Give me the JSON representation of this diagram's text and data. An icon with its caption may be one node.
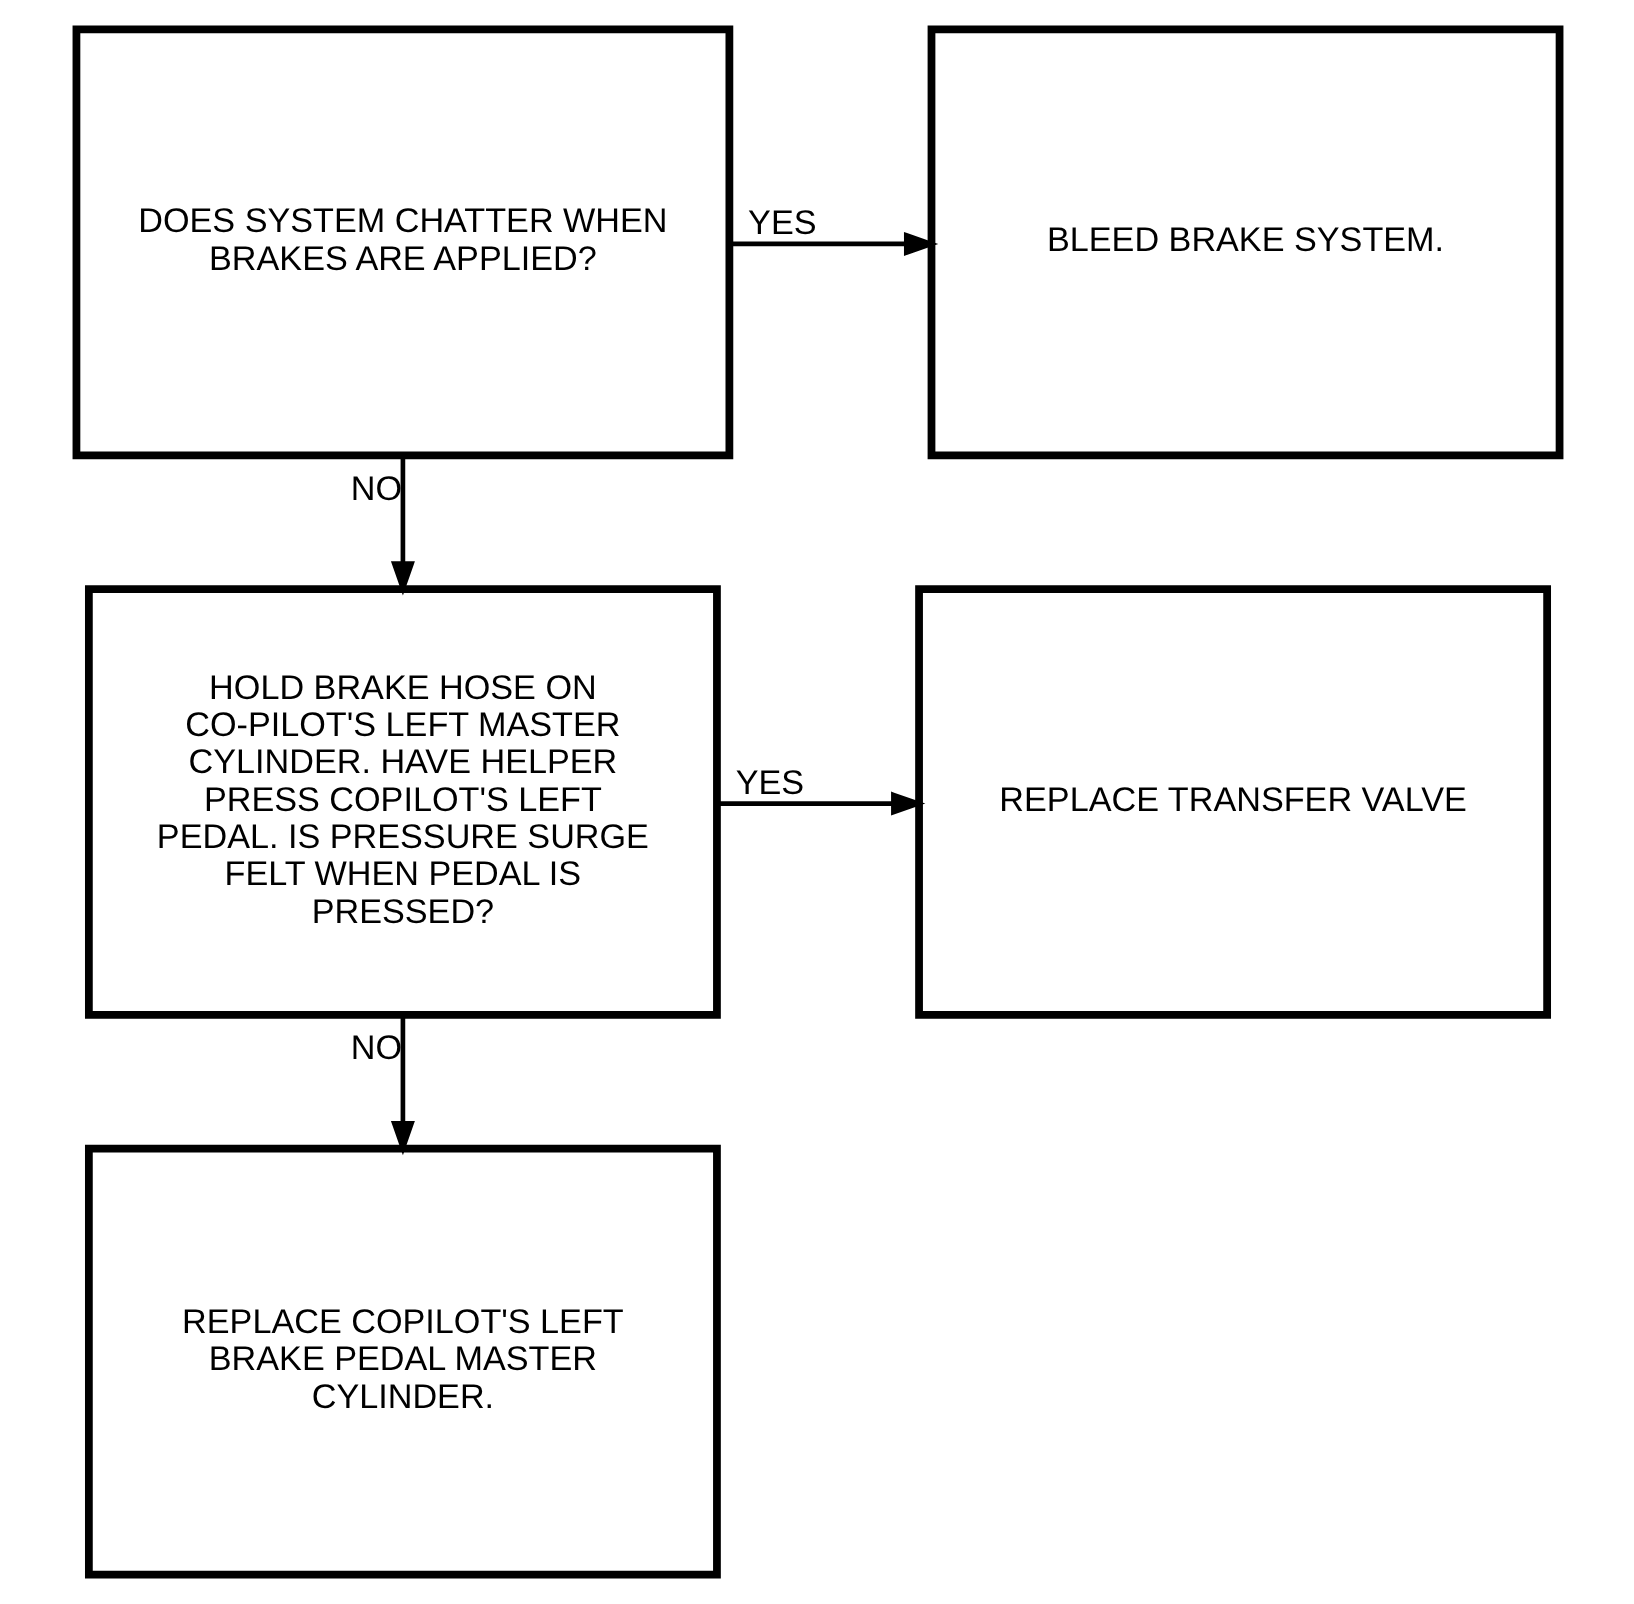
{
  "diagram": {
    "nodes": [
      {
        "text": [
          "DOES SYSTEM CHATTER WHEN BRAKES ARE APPLIED?"
        ]
      },
      {
        "text": [
          "BLEED BRAKE SYSTEM."
        ]
      },
      {
        "text": [
          "HOLD BRAKE HOSE ON CO-PILOT'S LEFT MASTER CYLINDER. HAVE HELPER PRESS COPILOT'S LEFT PEDAL. IS PRESSURE SURGE FELT WHEN PEDAL IS PRESSED?"
        ]
      },
      {
        "text": [
          "REPLACE TRANSFER VALVE"
        ]
      },
      {
        "text": [
          "REPLACE COPILOT'S LEFT BRAKE PEDAL MASTER CYLINDER."
        ]
      }
    ],
    "edges": [
      {
        "from": 0,
        "to": 1,
        "arrow": "to",
        "label": "YES"
      },
      {
        "from": 0,
        "to": 2,
        "arrow": "to",
        "label": "NO"
      },
      {
        "from": 2,
        "to": 3,
        "arrow": "to",
        "label": "YES"
      },
      {
        "from": 2,
        "to": 4,
        "arrow": "to",
        "label": "NO"
      }
    ]
  }
}
